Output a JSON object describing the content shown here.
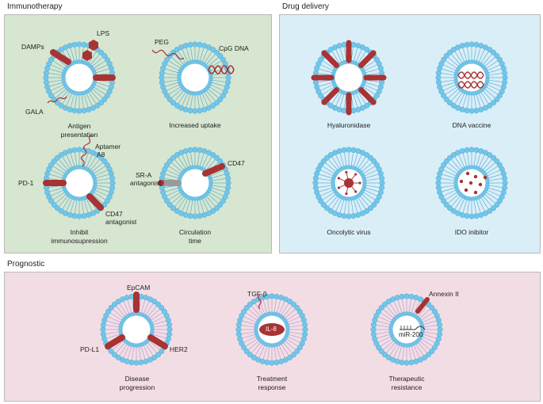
{
  "sections": {
    "immunotherapy": {
      "title": "Immunotherapy"
    },
    "drug_delivery": {
      "title": "Drug delivery"
    },
    "prognostic": {
      "title": "Prognostic"
    }
  },
  "immunotherapy": {
    "antigen": {
      "caption_line1": "Antigen",
      "caption_line2": "presentation",
      "labels": {
        "damps": "DAMPs",
        "lps": "LPS",
        "gala": "GALA"
      }
    },
    "uptake": {
      "caption_line1": "Increased uptake",
      "labels": {
        "peg": "PEG",
        "cpg": "CpG DNA"
      }
    },
    "inhibit": {
      "caption_line1": "Inhibit",
      "caption_line2": "immunosupression",
      "labels": {
        "aptamer1": "Aptamer",
        "aptamer2": "A8",
        "pd1": "PD-1",
        "cd47_1": "CD47",
        "cd47_2": "antagonist"
      }
    },
    "circulation": {
      "caption_line1": "Circulation",
      "caption_line2": "time",
      "labels": {
        "sra1": "SR-A",
        "sra2": "antagonist",
        "cd47": "CD47"
      }
    }
  },
  "drug_delivery": {
    "hyaluronidase": {
      "caption": "Hyaluronidase"
    },
    "dna_vaccine": {
      "caption": "DNA vaccine"
    },
    "oncolytic": {
      "caption": "Oncolytic virus"
    },
    "ido": {
      "caption": "IDO inibitor"
    }
  },
  "prognostic": {
    "disease": {
      "caption_line1": "Disease",
      "caption_line2": "progression",
      "labels": {
        "epcam": "EpCAM",
        "pdl1": "PD-L1",
        "her2": "HER2"
      }
    },
    "treatment": {
      "caption_line1": "Treatment",
      "caption_line2": "response",
      "labels": {
        "tgfb": "TGF-β",
        "il8": "IL-8"
      }
    },
    "therapeutic": {
      "caption_line1": "Therapeutic",
      "caption_line2": "resistance",
      "labels": {
        "annexin": "Annexin II",
        "mir": "miR-200"
      }
    }
  },
  "colors": {
    "immunotherapy_bg": "#d6e6d0",
    "drug_delivery_bg": "#daeef7",
    "prognostic_bg": "#f3dde5",
    "panel_border": "#b9b9b9",
    "lipid_head": "#74c6e8",
    "lipid_head_stroke": "#4aa8d3",
    "lipid_tail": "#4aa8d3",
    "prognostic_tail": "#a99ccf",
    "protein": "#a93233",
    "antagonist_gray": "#9a9a9a"
  }
}
